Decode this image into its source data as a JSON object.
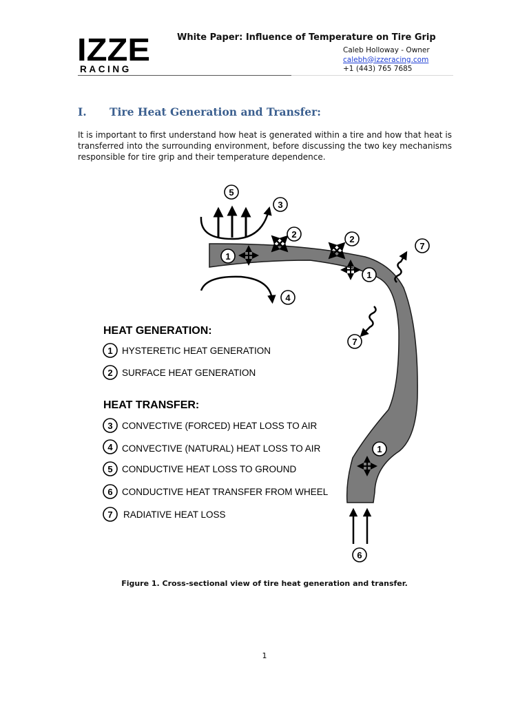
{
  "header": {
    "logo_top": "IZZE",
    "logo_bottom": "RACING",
    "title": "White Paper: Influence of Temperature on Tire Grip",
    "contact_name": "Caleb Holloway - Owner",
    "contact_email": "calebh@izzeracing.com",
    "contact_phone": "+1 (443) 765 7685"
  },
  "section": {
    "number": "I.",
    "title": "Tire Heat Generation and Transfer:",
    "paragraph": "It is important to first understand how heat is generated within a tire and how that heat is transferred into the surrounding environment, before discussing the two key mechanisms responsible for tire grip and their temperature dependence."
  },
  "figure": {
    "heat_generation_title": "HEAT GENERATION:",
    "heat_transfer_title": "HEAT TRANSFER:",
    "legend": [
      {
        "num": "1",
        "label": "HYSTERETIC HEAT GENERATION"
      },
      {
        "num": "2",
        "label": "SURFACE HEAT GENERATION"
      },
      {
        "num": "3",
        "label": "CONVECTIVE (FORCED) HEAT LOSS TO AIR"
      },
      {
        "num": "4",
        "label": "CONVECTIVE (NATURAL) HEAT LOSS TO AIR"
      },
      {
        "num": "5",
        "label": "CONDUCTIVE HEAT LOSS TO GROUND"
      },
      {
        "num": "6",
        "label": "CONDUCTIVE HEAT TRANSFER FROM WHEEL"
      },
      {
        "num": "7",
        "label": "RADIATIVE HEAT LOSS"
      }
    ],
    "markers": [
      "5",
      "3",
      "2",
      "2",
      "7",
      "1",
      "1",
      "4",
      "7",
      "1",
      "6"
    ],
    "caption": "Figure 1. Cross-sectional view of tire heat generation and transfer."
  },
  "page_number": "1",
  "colors": {
    "heading": "#3b5f8f",
    "link": "#1f3fd6",
    "tire": "#7b7b7b"
  }
}
